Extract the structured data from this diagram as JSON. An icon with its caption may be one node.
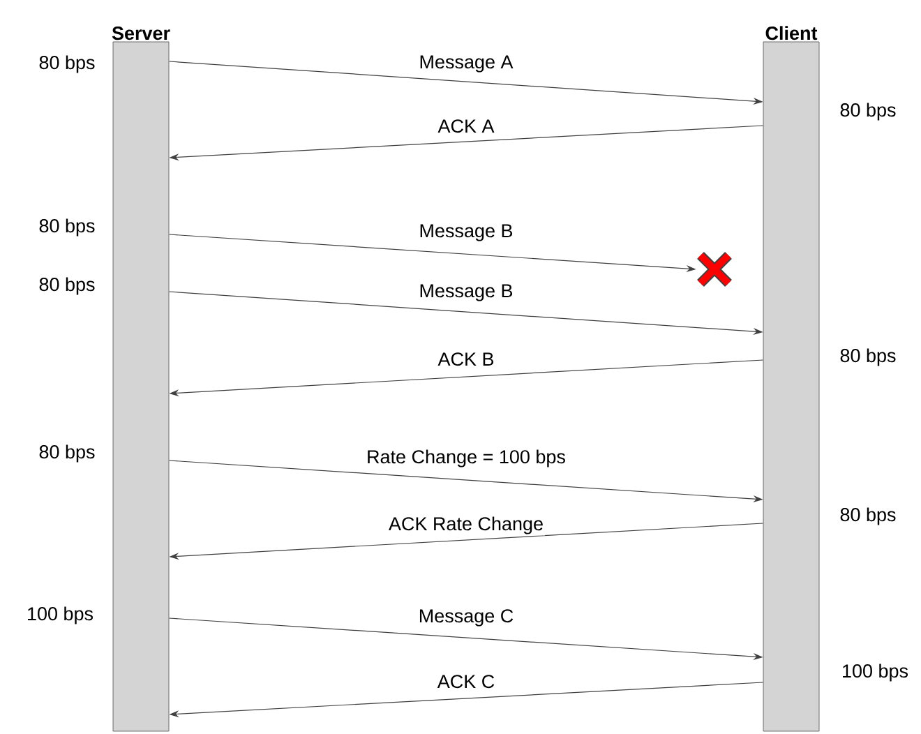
{
  "diagram": {
    "nodes": [
      {
        "text": [
          "Server"
        ]
      },
      {
        "text": [
          "Client"
        ]
      },
      {
        "text": [],
        "shape": "cross"
      }
    ],
    "edges": [
      {
        "from": 0,
        "to": 1,
        "arrow": "to",
        "label": "Message A"
      },
      {
        "from": 1,
        "to": 0,
        "arrow": "to",
        "label": "ACK A"
      },
      {
        "from": 0,
        "to": 2,
        "arrow": "to",
        "label": "Message B"
      },
      {
        "from": 0,
        "to": 1,
        "arrow": "to",
        "label": "Message B"
      },
      {
        "from": 1,
        "to": 0,
        "arrow": "to",
        "label": "ACK B"
      },
      {
        "from": 0,
        "to": 1,
        "arrow": "to",
        "label": "Rate Change = 100 bps"
      },
      {
        "from": 1,
        "to": 0,
        "arrow": "to",
        "label": "ACK Rate Change"
      },
      {
        "from": 0,
        "to": 1,
        "arrow": "to",
        "label": "Message C"
      },
      {
        "from": 1,
        "to": 0,
        "arrow": "to",
        "label": "ACK C"
      }
    ],
    "labels": [
      "80 bps",
      "80 bps",
      "80 bps",
      "80 bps",
      "80 bps",
      "80 bps",
      "80 bps",
      "100 bps",
      "100 bps"
    ]
  }
}
